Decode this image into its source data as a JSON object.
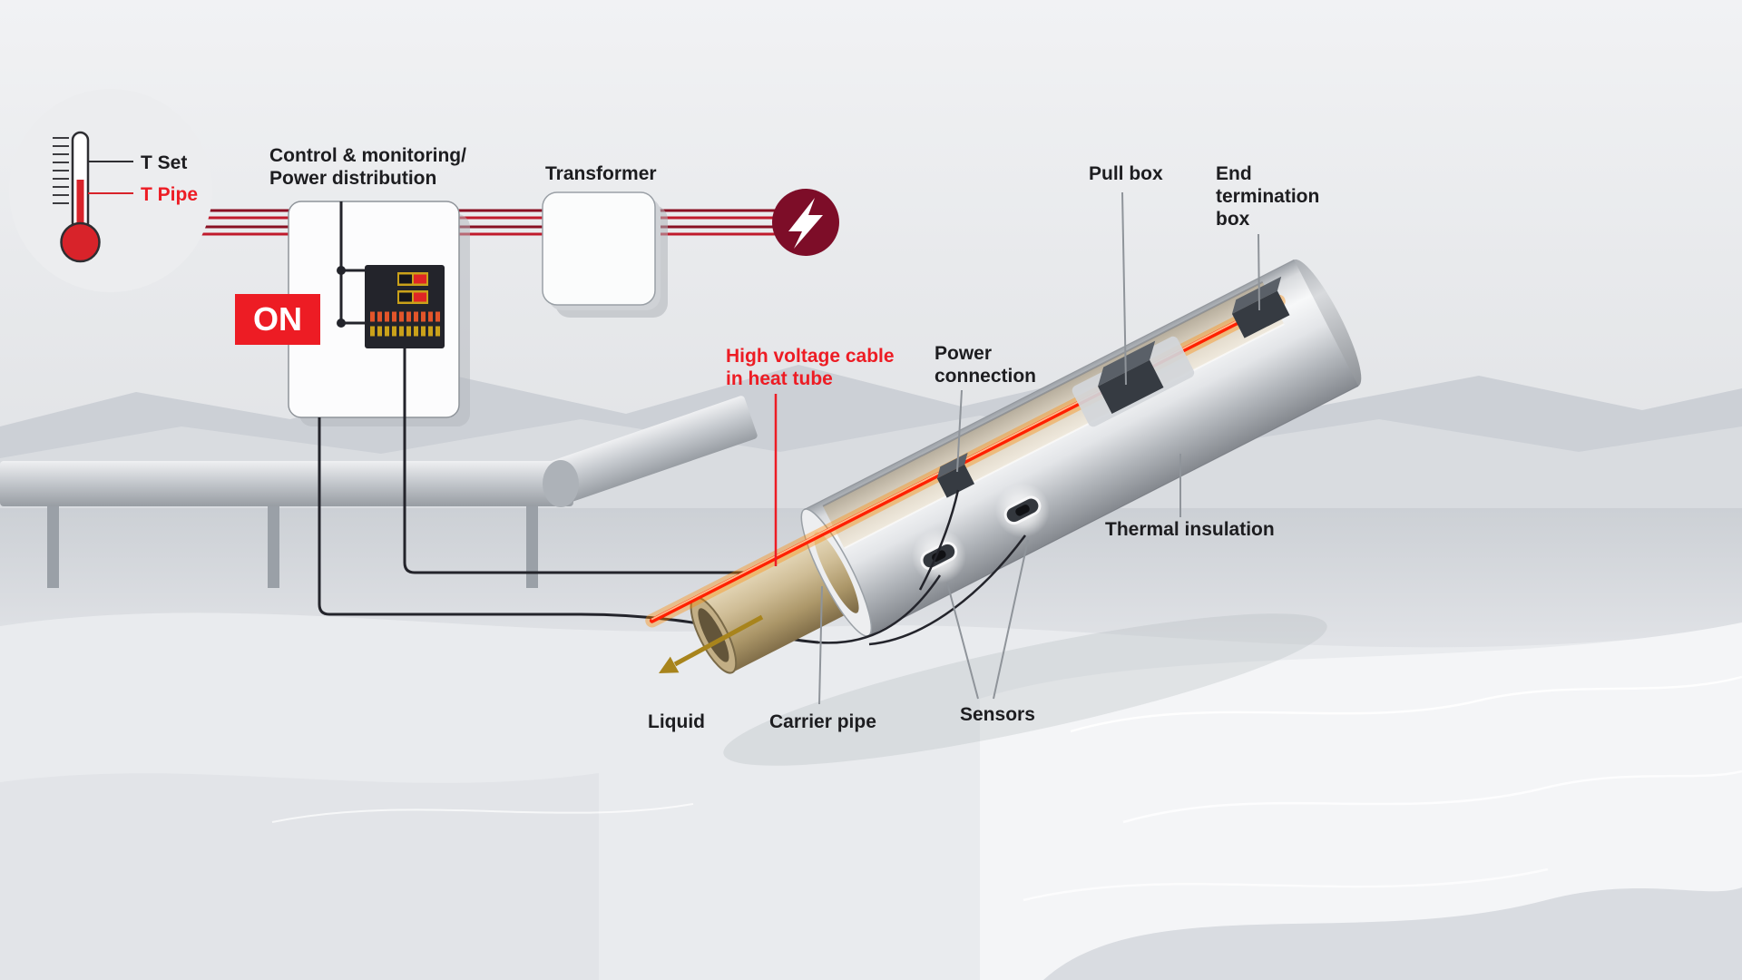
{
  "colors": {
    "accent_red": "#ed1c24",
    "dark_red_cable": "#8a1023",
    "bright_red_cable": "#c01a2c",
    "maroon_power": "#7d0d28",
    "heat_cable_core": "#ff2000",
    "heat_cable_glow": "#ff8a00",
    "liquid_gold": "#a8841c",
    "panel_dark": "#23242b"
  },
  "icons": {
    "power": "lightning-bolt-icon",
    "thermometer": "thermometer-icon"
  },
  "thermometer": {
    "t_set": "T Set",
    "t_pipe": "T Pipe"
  },
  "control_unit": {
    "title_line1": "Control & monitoring/",
    "title_line2": "Power distribution",
    "on_badge": "ON"
  },
  "transformer": {
    "label": "Transformer"
  },
  "pipe_labels": {
    "pull_box": "Pull box",
    "end_termination_line1": "End",
    "end_termination_line2": "termination",
    "end_termination_line3": "box",
    "high_voltage_line1": "High voltage cable",
    "high_voltage_line2": "in heat tube",
    "power_connection_line1": "Power",
    "power_connection_line2": "connection",
    "thermal_insulation": "Thermal insulation",
    "sensors": "Sensors",
    "carrier_pipe": "Carrier pipe",
    "liquid": "Liquid"
  }
}
